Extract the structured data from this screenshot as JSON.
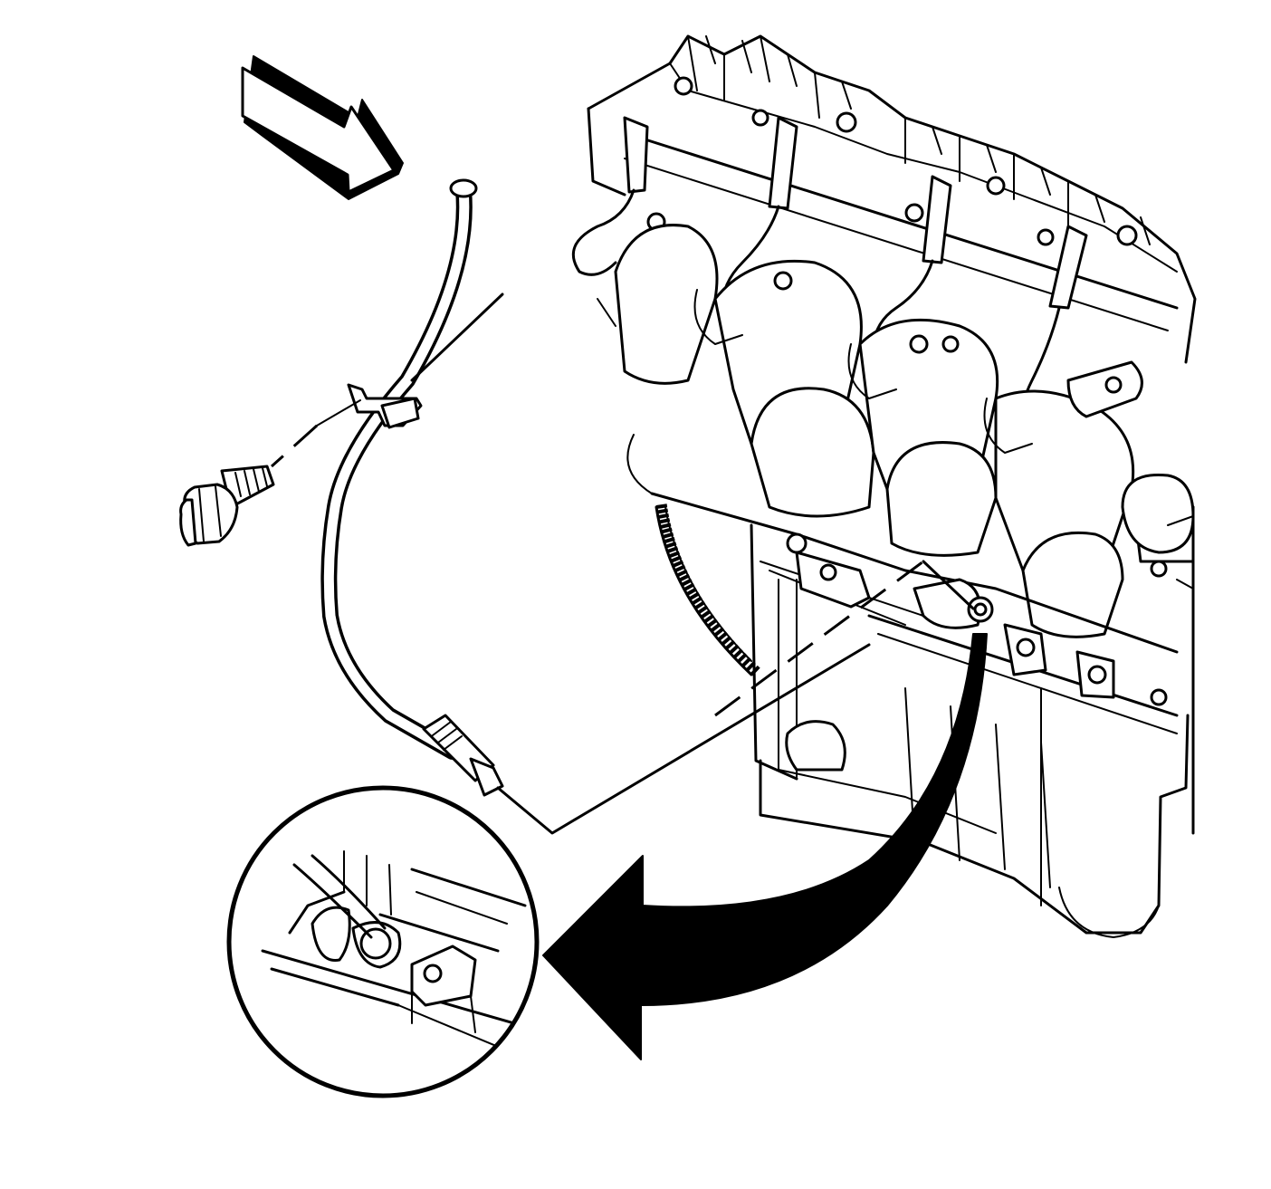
{
  "diagram": {
    "palette": {
      "ink": "#000000",
      "paper": "#ffffff"
    },
    "parts": [
      "direction-arrow",
      "oil-level-indicator-tube",
      "tube-bolt",
      "engine-block",
      "flywheel",
      "exhaust-manifold",
      "detail-callout-circle",
      "curved-callout-arrow"
    ]
  }
}
